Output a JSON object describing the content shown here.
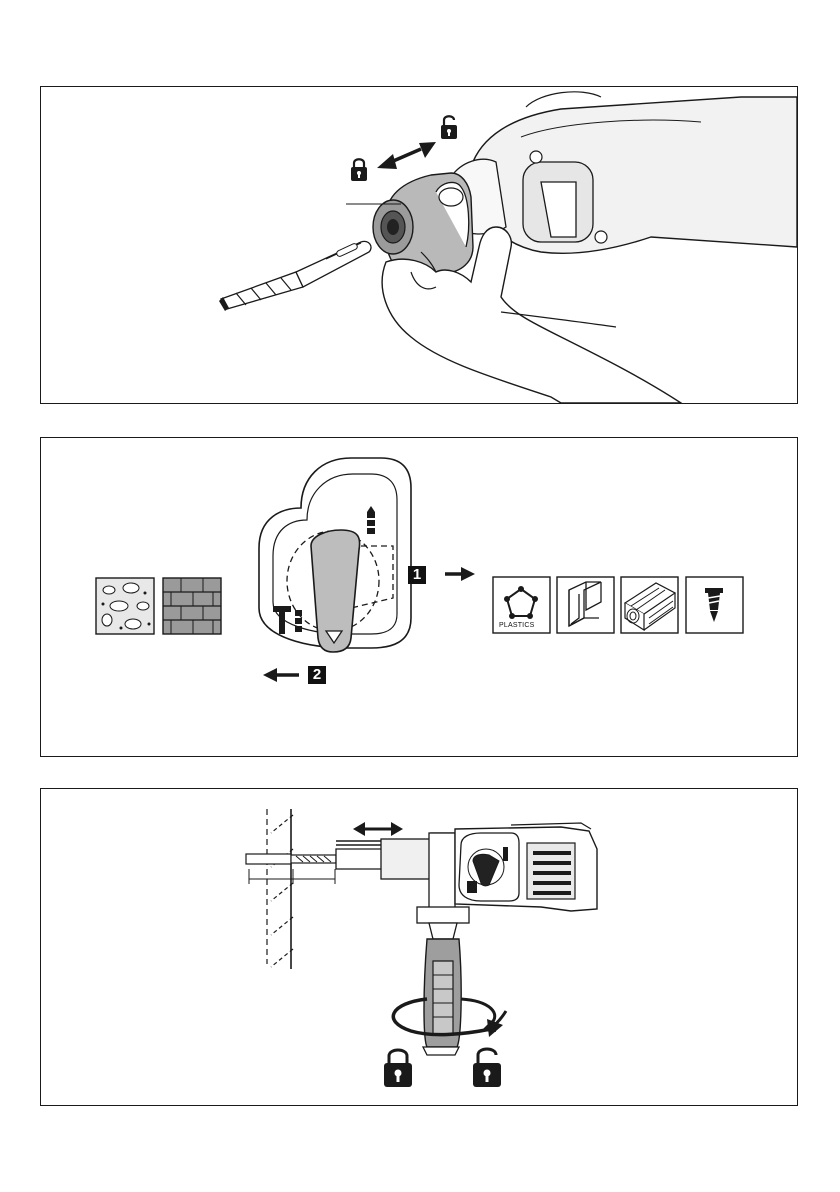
{
  "panels": [
    {
      "id": "chuck-bit-insertion",
      "icons": [
        "lock-icon",
        "unlock-icon",
        "double-arrow-icon"
      ]
    },
    {
      "id": "mode-selector",
      "steps": [
        "1",
        "2"
      ],
      "materials_label": "PLASTICS",
      "icons": [
        "concrete-icon",
        "brick-icon",
        "hammer-drill-icon",
        "drill-icon",
        "plastics-icon",
        "steel-beam-icon",
        "wood-icon",
        "screw-icon"
      ]
    },
    {
      "id": "side-handle-depth-stop",
      "icons": [
        "lock-icon",
        "unlock-icon",
        "rotate-arrow-icon",
        "double-arrow-icon"
      ]
    }
  ],
  "colors": {
    "line": "#1a1a1a",
    "gray": "#bdbdbd",
    "dark_gray": "#777777",
    "light_gray": "#e2e2e2"
  }
}
